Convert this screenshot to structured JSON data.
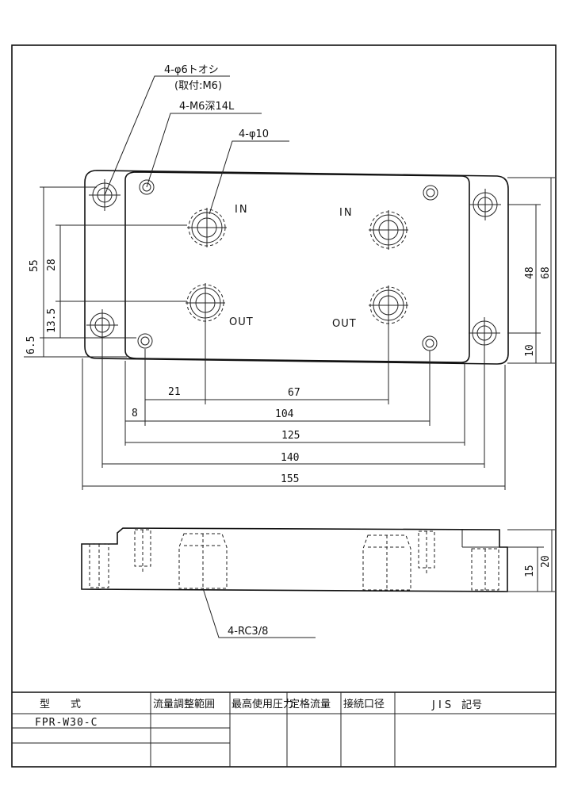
{
  "callouts": {
    "hole_thru": "4-φ6トオシ",
    "hole_thru_sub": "(取付:M6)",
    "tap": "4-M6深14L",
    "bore": "4-φ10",
    "port_thread": "4-RC3/8"
  },
  "ports": {
    "in_left": "IN",
    "in_right": "IN",
    "out_left": "OUT",
    "out_right": "OUT"
  },
  "dimensions": {
    "v55": "55",
    "v28": "28",
    "v13_5": "13.5",
    "v6_5": "6.5",
    "v48": "48",
    "v68": "68",
    "v10": "10",
    "h21": "21",
    "h67": "67",
    "h8": "8",
    "h104": "104",
    "h125": "125",
    "h140": "140",
    "h155": "155",
    "side15": "15",
    "side20": "20"
  },
  "title_block": {
    "h_model": "型　　式",
    "h_range": "流量調整範囲",
    "h_pressure": "最高使用圧力",
    "h_flow": "定格流量",
    "h_port": "接続口径",
    "h_jis": "J I S　記号",
    "model": "FPR-W30-C"
  }
}
